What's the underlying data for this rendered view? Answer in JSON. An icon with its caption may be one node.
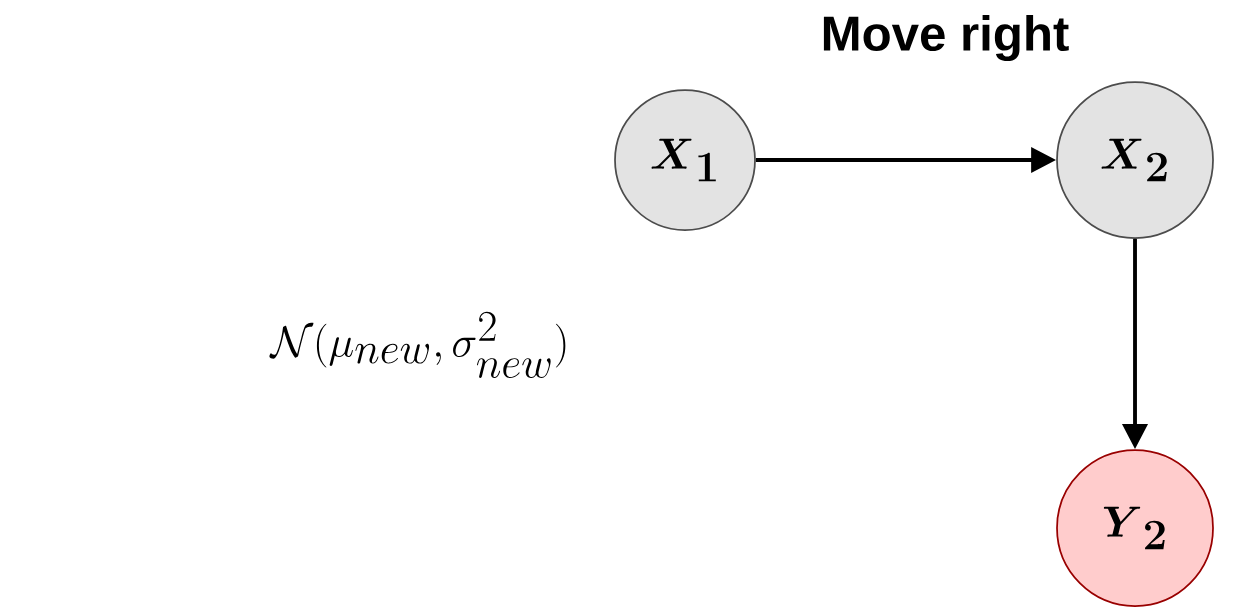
{
  "diagram": {
    "nodes": [
      {
        "text": [
          "\\boldsymbol{X}_{\\mathbf{1}}"
        ]
      },
      {
        "text": [
          "\\boldsymbol{X}_{\\mathbf{2}}"
        ]
      },
      {
        "text": [
          "\\boldsymbol{Y}_{\\mathbf{2}}"
        ]
      }
    ],
    "edges": [
      {
        "from": 0,
        "to": 1,
        "arrow": "to",
        "label": "Move right"
      },
      {
        "from": 1,
        "to": 2,
        "arrow": "to"
      }
    ],
    "labels": [
      "\\mathcal{N}(\\mu_{new},\\sigma^2_{new})"
    ]
  }
}
